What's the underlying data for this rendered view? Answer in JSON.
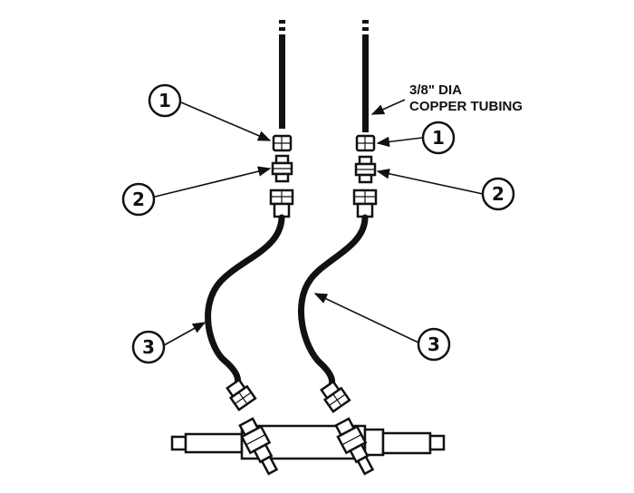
{
  "callouts": {
    "left_top": "1",
    "left_mid": "2",
    "left_bottom": "3",
    "right_top": "1",
    "right_mid": "2",
    "right_bottom": "3"
  },
  "tubing_label": {
    "line1": "3/8\" DIA",
    "line2": "COPPER TUBING"
  },
  "colors": {
    "ink": "#111111",
    "background": "#ffffff"
  }
}
